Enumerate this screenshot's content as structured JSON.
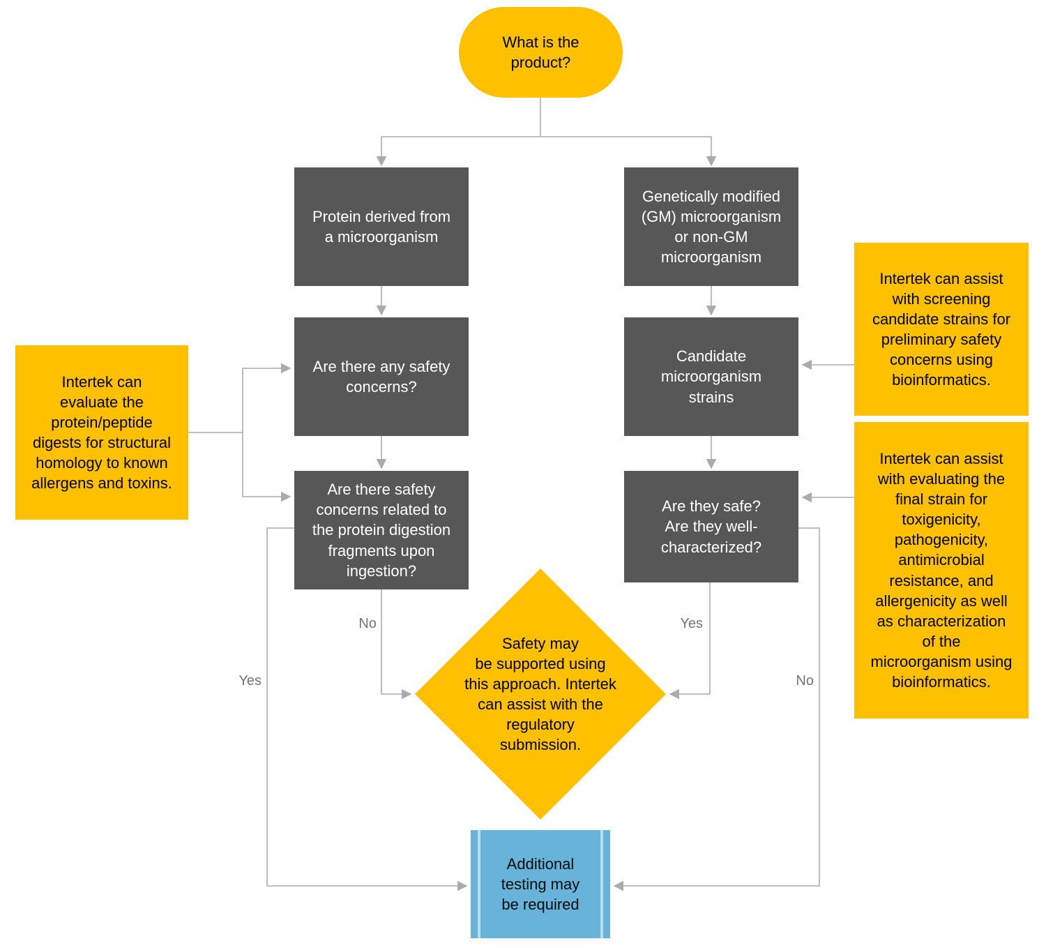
{
  "colors": {
    "gold": "#FFC000",
    "dark_gray": "#575757",
    "light_blue": "#67B3DA",
    "arrow_gray": "#ABABAB"
  },
  "nodes": {
    "start": "What is the\nproduct?",
    "protein": "Protein derived from\na microorganism",
    "gm": "Genetically modified\n(GM) microorganism\nor non-GM\nmicroorganism",
    "safety_concerns": "Are there any safety\nconcerns?",
    "candidate": "Candidate\nmicroorganism\nstrains",
    "digestion": "Are there safety\nconcerns related to\nthe protein digestion\nfragments upon\ningestion?",
    "well_characterized": "Are they safe?\nAre they well-\ncharacterized?",
    "safety_supported": "Safety may\nbe supported using\nthis approach. Intertek\ncan assist with the\nregulatory\nsubmission.",
    "additional_testing": "Additional\ntesting may\nbe required"
  },
  "notes": {
    "left": "Intertek can\nevaluate the\nprotein/peptide\ndigests for structural\nhomology to known\nallergens and toxins.",
    "right_top": "Intertek can assist\nwith screening\ncandidate strains for\npreliminary safety\nconcerns using\nbioinformatics.",
    "right_bottom": "Intertek can assist\nwith evaluating the\nfinal strain for\ntoxigenicity,\npathogenicity,\nantimicrobial\nresistance, and\nallergenicity as well\nas characterization\nof the\nmicroorganism using\nbioinformatics."
  },
  "labels": {
    "no_left": "No",
    "yes_left": "Yes",
    "yes_right": "Yes",
    "no_right": "No"
  }
}
